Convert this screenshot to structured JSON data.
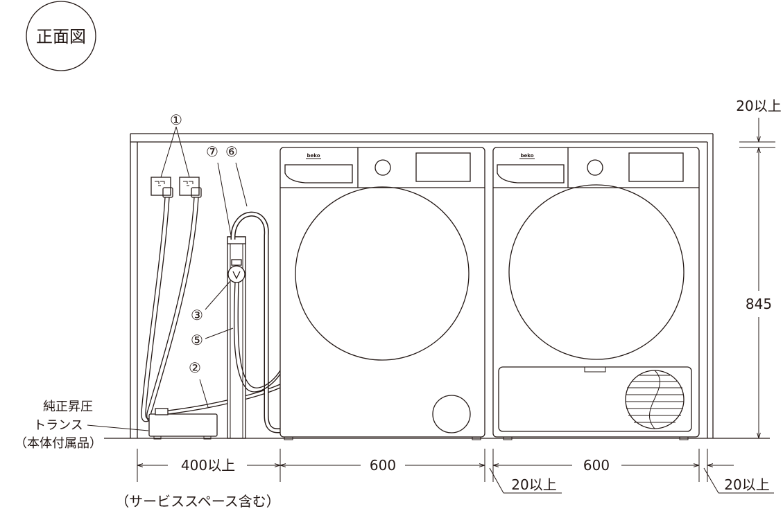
{
  "title": "正面図",
  "labels": {
    "outlet": "①",
    "power_cord": "②",
    "faucet": "③",
    "supply_hose": "⑤",
    "drain_hose": "⑥",
    "standpipe": "⑦"
  },
  "transformer": {
    "line1": "純正昇圧",
    "line2": "トランス",
    "line3": "（本体付属品）"
  },
  "appliance_brand": "beko",
  "dimensions": {
    "top_gap": "20以上",
    "height": "845",
    "service_space": "400以上",
    "washer_width": "600",
    "dryer_width": "600",
    "gap_between": "20以上",
    "gap_right": "20以上",
    "service_note": "（サービススペース含む）"
  }
}
